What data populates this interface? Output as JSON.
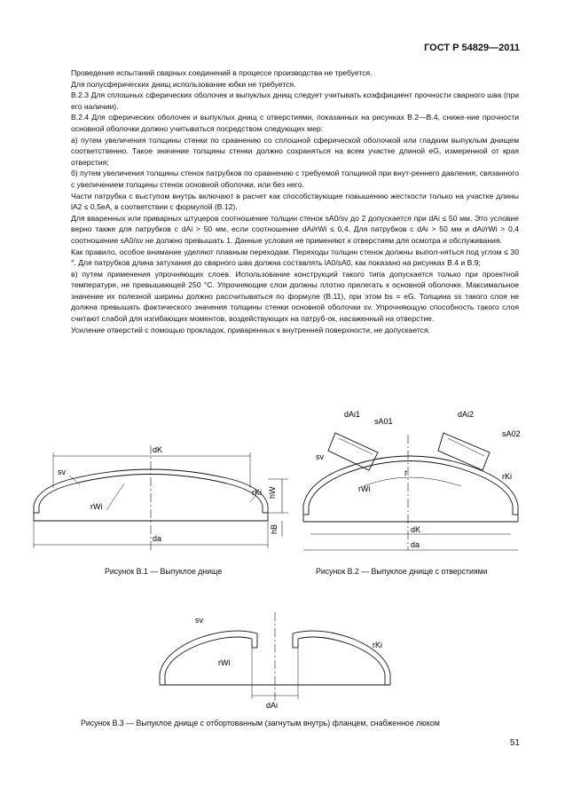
{
  "header": {
    "standard": "ГОСТ Р 54829—2011"
  },
  "paragraphs": [
    "Проведения испытаний сварных соединений в процессе производства не требуется.",
    "Для полусферических днищ использование юбки не требуется.",
    "B.2.3 Для сплошных сферических оболочек и выпуклых днищ следует учитывать коэффициент прочности сварного шва (при его наличии).",
    "B.2.4 Для сферических оболочек и выпуклых днищ с отверстиями, показанных на рисунках B.2—B.4, сниже-ние прочности основной оболочки должно учитываться посредством следующих мер:",
    "а) путем увеличения толщины стенки по сравнению со сплошной сферической оболочкой или гладким выпуклым днищем соответственно. Такое значение толщины стенки должно сохраняться на всем участке длиной eG, измеренной от края отверстия;",
    "б) путем увеличения толщины стенок патрубков по сравнению с требуемой толщиной при внут-реннего давления, связанного с увеличением толщины стенок основной оболочки, или без него.",
    "Части патрубка с выступом внутрь включают в расчет как способствующие повышению жесткости только на участке длины lA2 ≤ 0,5eA, в соответствии с формулой (B.12).",
    "Для вваренных или приварных штуцеров соотношение толщин стенок sA0/sv до 2 допускается при dAi ≤ 50 мм. Это условие верно также для патрубков с dAi > 50 мм, если соотношение dAi/rWi ≤ 0,4. Для патрубков с dAi > 50 мм и dAi/rWi > 0,4 соотношение sA0/sv не должно превышать 1. Данные условия не применяют к отверстиям для осмотра и обслуживания.",
    "Как правило, особое внимание уделяют плавным переходам. Переходы толщин стенок должны выпол-няться под углом ≤ 30 °. Для патрубков длина затухания до сварного шва должна составлять lA0/sA0, как показано на рисунках B.4 и B.9;",
    "в) путем применения упрочняющих слоев. Использование конструкций такого типа допускается только при проектной температуре, не превышающей 250 °С. Упрочняющие слои должны плотно прилегать к основной оболочке. Максимальное значение их полезной ширины должно рассчитываться по формуле (B.11), при этом bs = eG. Толщина ss такого слоя не должна превышать фактического значения толщины стенки основной оболочки sv. Упрочняющую способность такого слоя считают слабой для изгибающих моментов, воздействующих на патруб-ок, насаженный на отверстие.",
    "Усиление отверстий с помощью прокладок, приваренных к внутренней поверхности, не допускается."
  ],
  "figures": {
    "b1": {
      "caption": "Рисунок B.1 — Выпуклое днище",
      "labels": {
        "dK": "dK",
        "sv": "sv",
        "rWi": "rWi",
        "rKi": "rKi",
        "hW": "hW",
        "hB": "hB",
        "da": "da"
      }
    },
    "b2": {
      "caption": "Рисунок B.2 — Выпуклое днище с отверстиями",
      "labels": {
        "dAi1": "dAi1",
        "sA01": "sA01",
        "dAi2": "dAi2",
        "sA02": "sA02",
        "sv": "sv",
        "rWi": "rWi",
        "t": "t",
        "rKi": "rKi",
        "dK": "dK",
        "da": "da"
      }
    },
    "b3": {
      "caption": "Рисунок B.3 — Выпуклое днище с отбортованным (загнутым внутрь) фланцем, снабженное люком",
      "labels": {
        "sv": "sv",
        "rWi": "rWi",
        "rKi": "rKi",
        "dAi": "dAi"
      }
    }
  },
  "page": {
    "number": "51"
  }
}
